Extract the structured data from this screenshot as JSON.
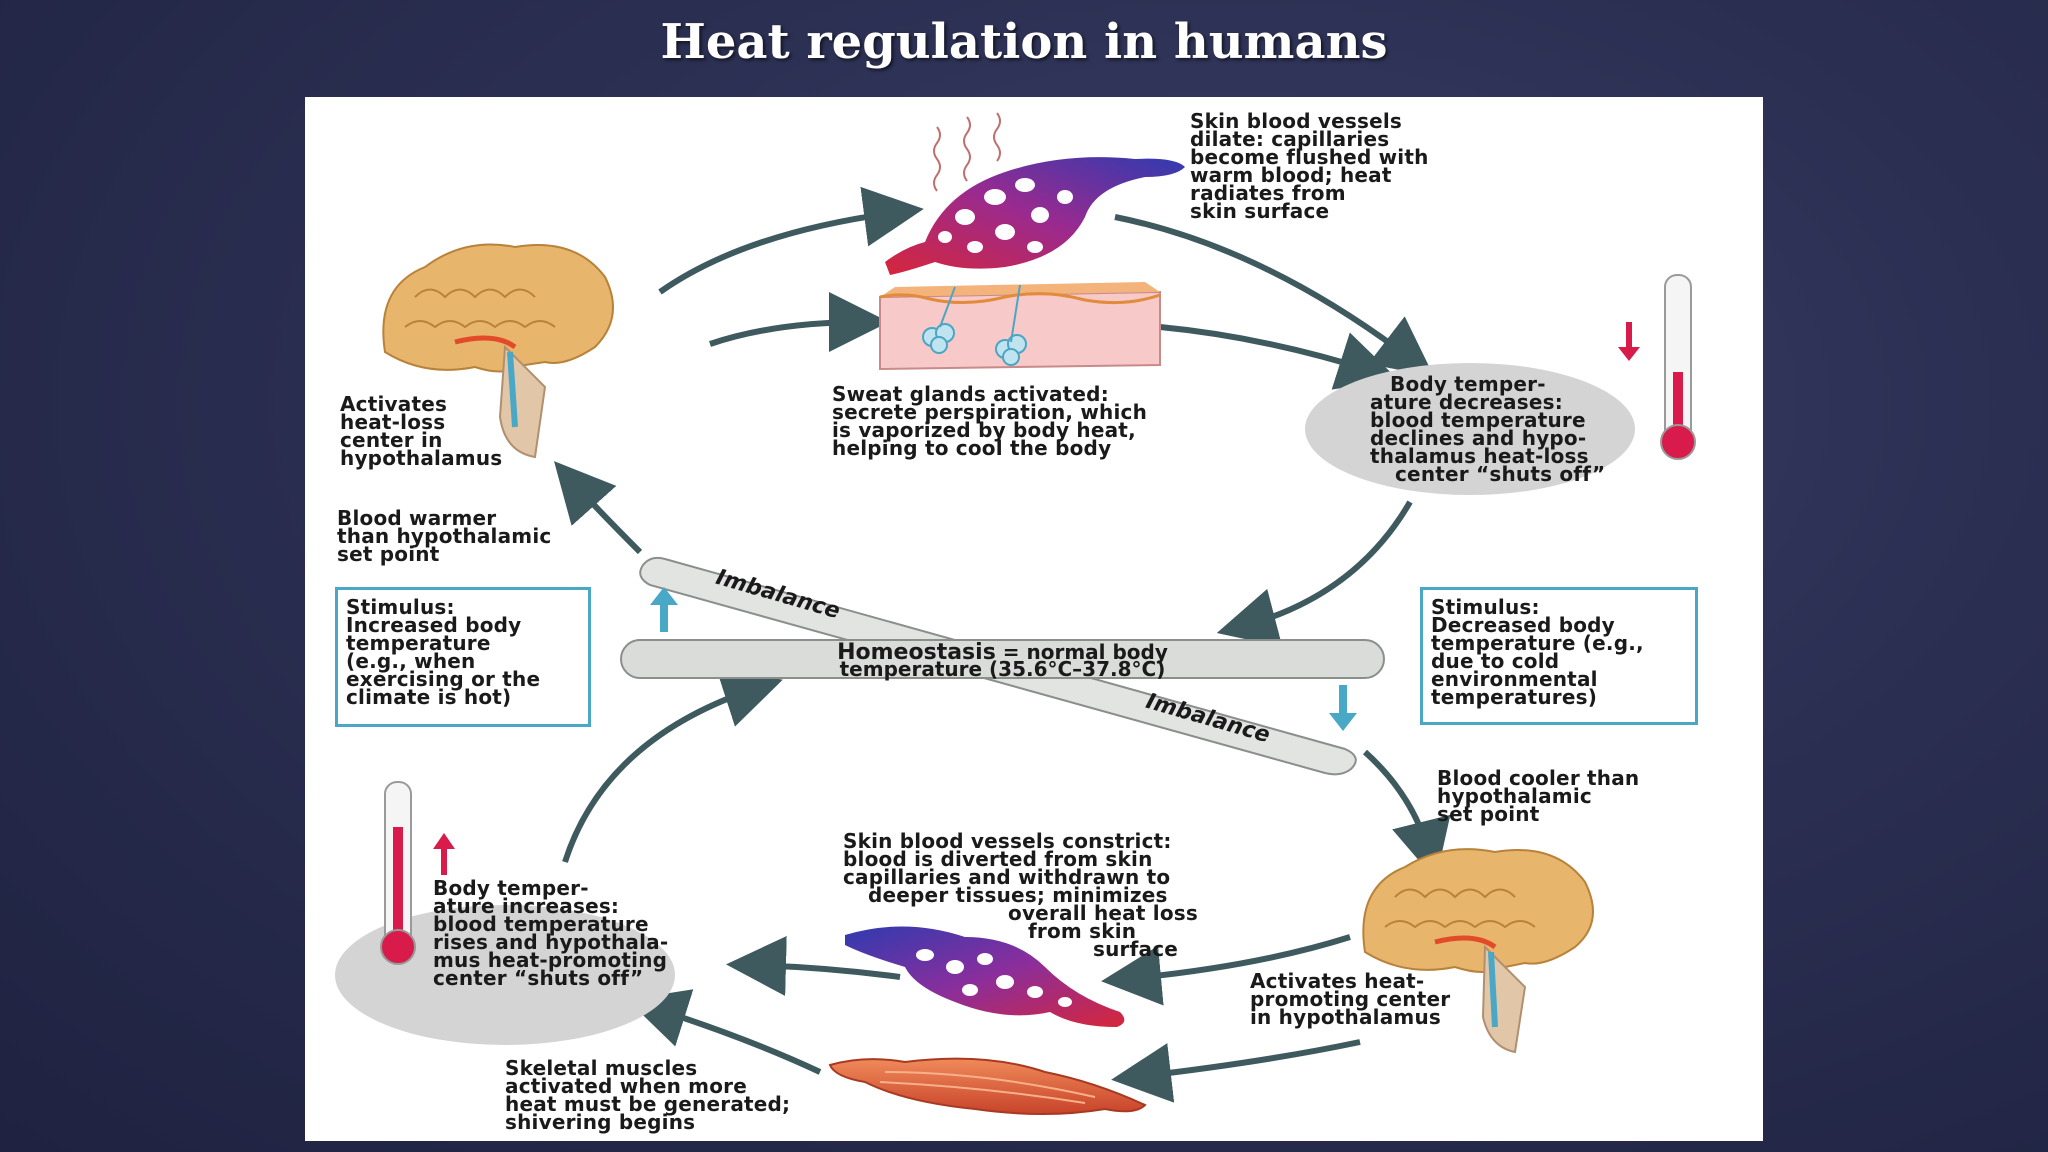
{
  "slide": {
    "title": "Heat regulation in humans"
  },
  "diagram": {
    "skin_vessels_dilate": [
      "Skin blood vessels",
      "dilate: capillaries",
      "become flushed with",
      "warm blood; heat",
      "radiates from",
      "skin surface"
    ],
    "sweat_glands": [
      "Sweat glands activated:",
      "secrete perspiration, which",
      "is vaporized by body heat,",
      "helping to cool the body"
    ],
    "heat_loss_center": [
      "Activates",
      "heat-loss",
      "center in",
      "hypothalamus"
    ],
    "blood_warmer": [
      "Blood warmer",
      "than hypothalamic",
      "set point"
    ],
    "body_temp_decreases": [
      "Body temper-",
      "ature decreases:",
      "blood temperature",
      "declines and hypo-",
      "thalamus heat-loss",
      "center “shuts off”"
    ],
    "stimulus_increased": [
      "Stimulus:",
      "Increased body",
      "temperature",
      "(e.g., when",
      "exercising or the",
      "climate is hot)"
    ],
    "stimulus_decreased": [
      "Stimulus:",
      "Decreased body",
      "temperature (e.g.,",
      "due to cold",
      "environmental",
      "temperatures)"
    ],
    "homeostasis_bold": "Homeostasis",
    "homeostasis_rest": " = normal body",
    "homeostasis_line2": "temperature (35.6°C–37.8°C)",
    "imbalance_top": "Imbalance",
    "imbalance_bottom": "Imbalance",
    "blood_cooler": [
      "Blood cooler than",
      "hypothalamic",
      "set point"
    ],
    "skin_vessels_constrict": [
      "Skin blood vessels constrict:",
      "blood is diverted from skin",
      "capillaries and withdrawn to",
      "deeper tissues; minimizes",
      "overall heat loss",
      "from skin",
      "surface"
    ],
    "body_temp_increases": [
      "Body temper-",
      "ature increases:",
      "blood temperature",
      "rises and hypothala-",
      "mus heat-promoting",
      "center “shuts off”"
    ],
    "heat_promoting_center": [
      "Activates heat-",
      "promoting center",
      "in hypothalamus"
    ],
    "skeletal_muscles": [
      "Skeletal muscles",
      "activated when more",
      "heat must be generated;",
      "shivering begins"
    ],
    "colors": {
      "arrow": "#3e5a5e",
      "stimulus_border": "#49a8c6",
      "thermometer_red": "#d81b4a",
      "brain": "#e8b56c",
      "vessel_red": "#c0233a",
      "vessel_blue": "#3a3fae"
    }
  }
}
